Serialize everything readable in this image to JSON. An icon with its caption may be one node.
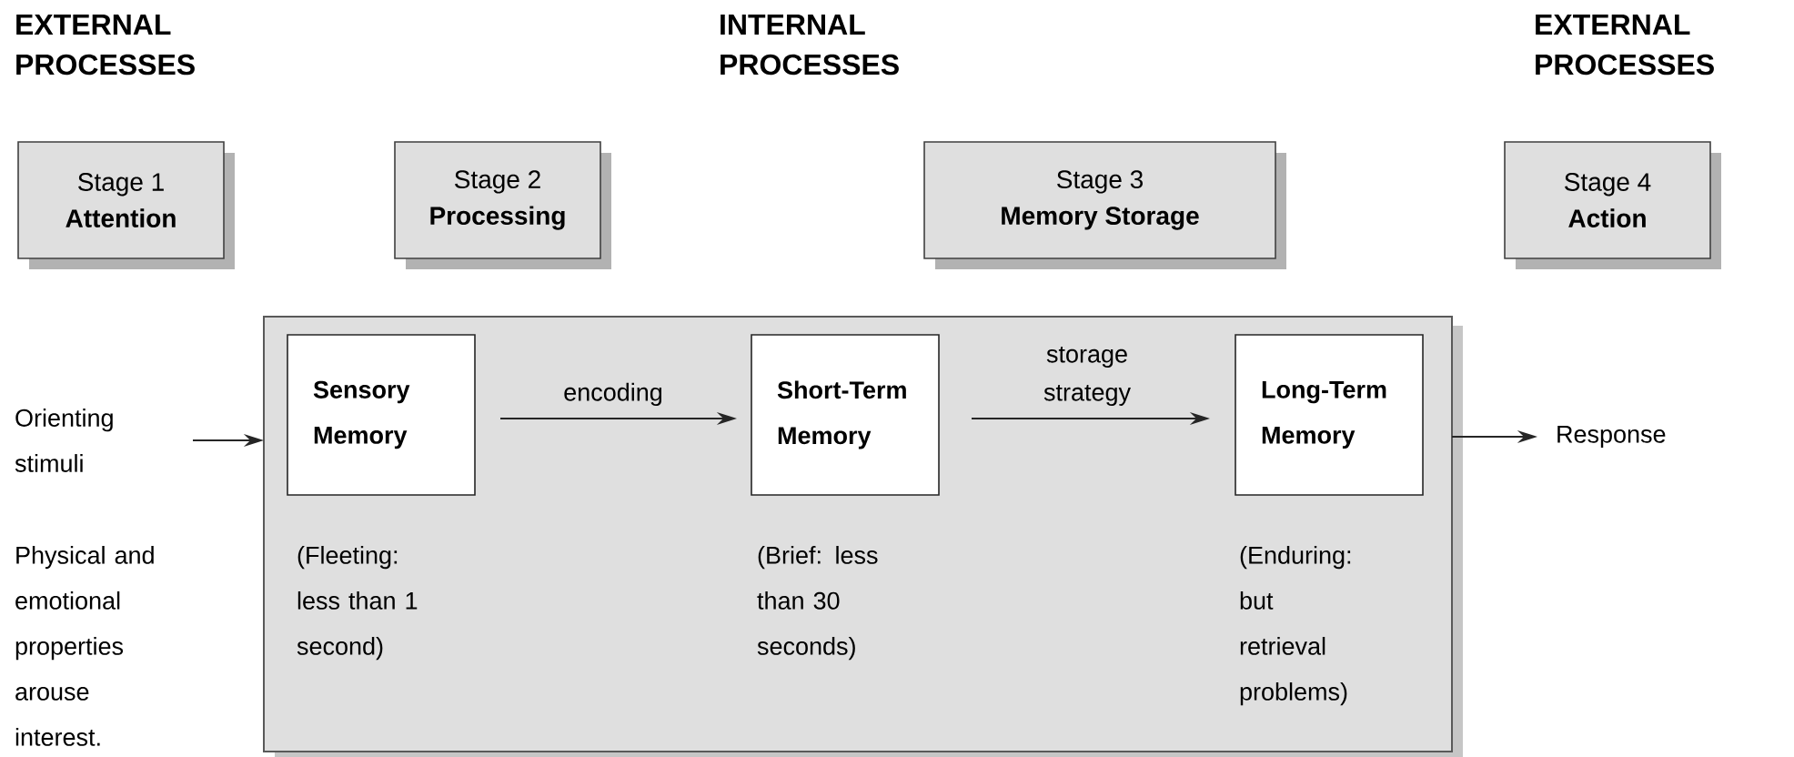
{
  "diagram": {
    "nodes": [
      {
        "text": [
          "Stage 1",
          "Attention"
        ]
      },
      {
        "text": [
          "Stage 2",
          "Processing"
        ]
      },
      {
        "text": [
          "Stage 3",
          "Memory Storage"
        ]
      },
      {
        "text": [
          "Stage 4",
          "Action"
        ]
      },
      {
        "text": [],
        "shape": "box"
      },
      {
        "text": [
          "Orienting stimuli"
        ]
      },
      {
        "text": [
          "Sensory Memory"
        ],
        "in": 4,
        "beside": [
          "(Fleeting: less than 1 second)"
        ]
      },
      {
        "text": [
          "Short-Term Memory"
        ],
        "in": 4,
        "beside": [
          "(Brief: less than 30 seconds)"
        ]
      },
      {
        "text": [
          "Long-Term Memory"
        ],
        "in": 4,
        "beside": [
          "(Enduring: but retrieval problems)"
        ]
      },
      {
        "text": [
          "Response"
        ]
      }
    ],
    "edges": [
      {
        "from": 5,
        "to": 4,
        "arrow": "to"
      },
      {
        "from": 6,
        "to": 7,
        "arrow": "to",
        "label": "encoding"
      },
      {
        "from": 7,
        "to": 8,
        "arrow": "to",
        "label": "storage strategy"
      },
      {
        "from": 4,
        "to": 9,
        "arrow": "to"
      }
    ],
    "labels": [
      "EXTERNAL PROCESSES",
      "INTERNAL PROCESSES",
      "EXTERNAL PROCESSES",
      "Physical and emotional properties arouse interest."
    ]
  }
}
